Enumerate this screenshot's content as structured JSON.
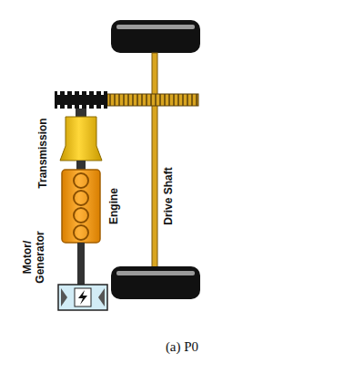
{
  "diagram": {
    "caption": "(a) P0",
    "labels": [
      "Transmission",
      "Engine",
      "Motor/ Generator",
      "Drive Shaft"
    ]
  }
}
